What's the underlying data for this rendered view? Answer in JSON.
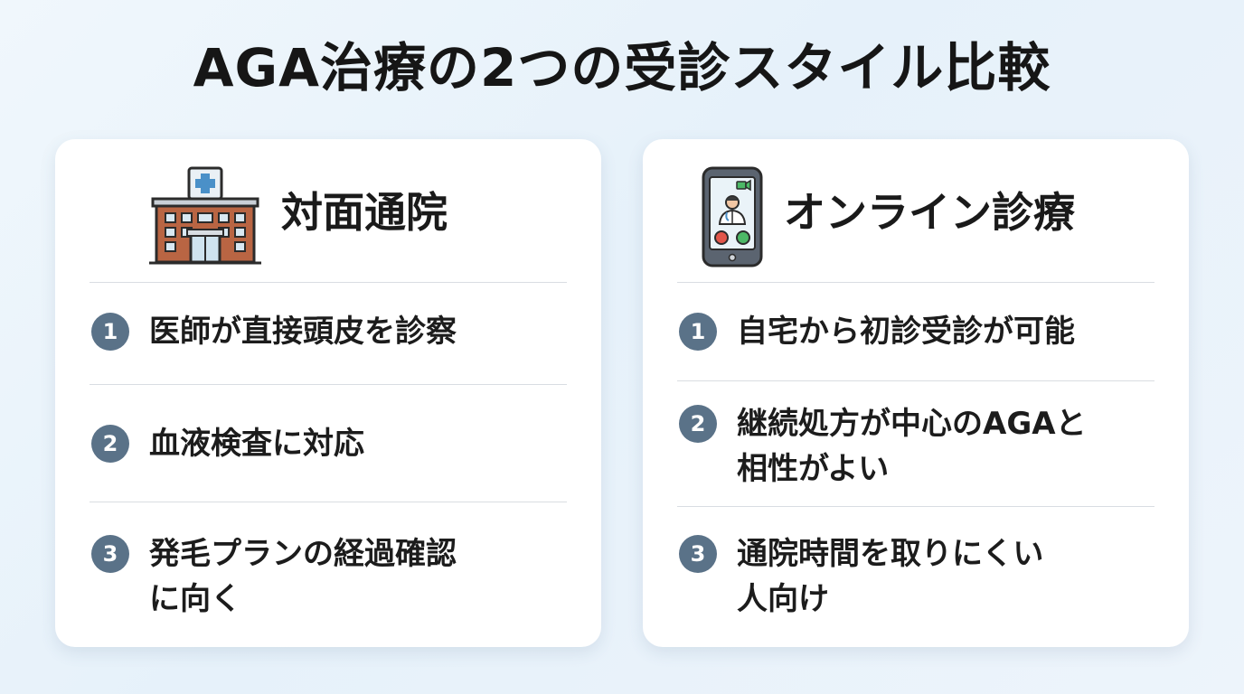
{
  "title": "AGA治療の2つの受診スタイル比較",
  "cards": [
    {
      "heading": "対面通院",
      "icon": "hospital-icon",
      "items": [
        {
          "number": "1",
          "text": "医師が直接頭皮を診察"
        },
        {
          "number": "2",
          "text": "血液検査に対応"
        },
        {
          "number": "3",
          "text": "発毛プランの経過確認\nに向く"
        }
      ]
    },
    {
      "heading": "オンライン診療",
      "icon": "smartphone-video-call-icon",
      "items": [
        {
          "number": "1",
          "text": "自宅から初診受診が可能"
        },
        {
          "number": "2",
          "text": "継続処方が中心のAGAと\n相性がよい"
        },
        {
          "number": "3",
          "text": "通院時間を取りにくい\n人向け"
        }
      ]
    }
  ],
  "colors": {
    "badge": "#5a7288",
    "building_brick": "#b96543",
    "phone_frame": "#5b6470",
    "call_red": "#e2564a",
    "call_green": "#4cb866"
  }
}
